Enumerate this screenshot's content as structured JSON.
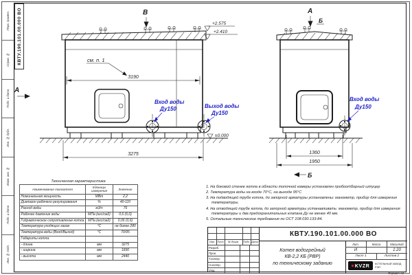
{
  "doc": {
    "number": "КВТУ.190.101.00.000 ВО",
    "format": "Формат А3"
  },
  "colors": {
    "label_blue": "#2121c8",
    "logo_red": "#cc2222",
    "line": "#1c1c1c"
  },
  "frame": {
    "side_strips": [
      "Перв. примен.",
      "Справ. №",
      "Подп. и дата",
      "Инв. № дубл.",
      "Взам. инв. №",
      "Подп. и дата",
      "Инв. № подл."
    ]
  },
  "drawing": {
    "front": {
      "section_b": "В",
      "section_a": "А",
      "callout": "см. п. 1",
      "elev_top": "+2.575",
      "elev_mid": "+2.410",
      "elev_zero": "±0.000",
      "dim_top": "3190",
      "dim_bottom": "3275",
      "inlet": "Вход воды",
      "inlet_dn": "Ду150",
      "outlet": "Выход воды",
      "outlet_dn": "Ду150"
    },
    "side": {
      "label_a": "А",
      "label_b": "Б",
      "label_b_bottom": "Б",
      "inlet": "Вход воды",
      "inlet_dn": "Ду150",
      "dim_inner": "1360",
      "dim_outer": "1950"
    }
  },
  "tech_table": {
    "title": "Техническая характеристика",
    "headers": [
      "Наименование показателя",
      "Единицы измерения",
      "Значение"
    ],
    "rows": [
      {
        "n": "Номинальная мощность",
        "u": "МВт",
        "v": "2,2"
      },
      {
        "n": "Диапазон рабочего регулирования",
        "u": "%",
        "v": "40-110"
      },
      {
        "n": "Расход воды",
        "u": "м3/ч",
        "v": "76"
      },
      {
        "n": "Рабочее давление воды",
        "u": "МПа (кгс/см2)",
        "v": "0,6 (6,0)"
      },
      {
        "n": "Гидравлическое сопротивление котла",
        "u": "МПа (кгс/см2)",
        "v": "0,06 (0,6)"
      },
      {
        "n": "Температура уходящих газов",
        "u": "°С",
        "v": "не более 280"
      },
      {
        "n": "Температура воды (Вход/Выход)",
        "u": "°С",
        "v": "70/95"
      },
      {
        "n": "Габариты котла:",
        "u": "",
        "v": ""
      },
      {
        "n": "- длина",
        "u": "мм",
        "v": "3275"
      },
      {
        "n": "- ширина",
        "u": "мм",
        "v": "1830"
      },
      {
        "n": "- высота",
        "u": "мм",
        "v": "2440"
      }
    ]
  },
  "notes": {
    "items": [
      "1.  На боковой стенке котла в области топочной камеры установлен пробоотборный штуцер",
      "2.  Температура воды на входе 70°С, на выходе 95°С",
      "3.  На подводящей трубе котла, до запорной арматуры установлены: манометр, прибор для измерения температуры.",
      "4.  На отводящей трубе котла, до запорной арматуры устанавливать: манометр, прибор для измерения температуры и два предохранительных клапана Ду не менее 40 мм.",
      "5.  Остальные технические требования по ОСТ 108.030.133-84."
    ]
  },
  "title_block": {
    "doc_number": "КВТУ.190.101.00.000 ВО",
    "name_line1": "Котел водогрейный",
    "name_line2": "КВ-2,2 КБ (РВР)",
    "name_line3": "по техническому заданию",
    "col_izm": "Изм.",
    "col_list": "Лист",
    "col_doc": "№ докум.",
    "col_sign": "Подп.",
    "col_date": "Дата",
    "role_razrab": "Разраб.",
    "role_prov": "Пров.",
    "role_tkontr": "Т.контр.",
    "role_nkontr": "Н.контр.",
    "role_utv": "Утв.",
    "lit_label": "Лит.",
    "mass_label": "Масса",
    "scale_label": "Масштаб",
    "lit_value": "И",
    "scale_value": "1:20",
    "sheet": "Лист 1",
    "sheets": "Листов 2",
    "logo": "KVZR",
    "logo_caption": "КОТЕЛЬНЫЙ ЗАВОД РЭП"
  }
}
